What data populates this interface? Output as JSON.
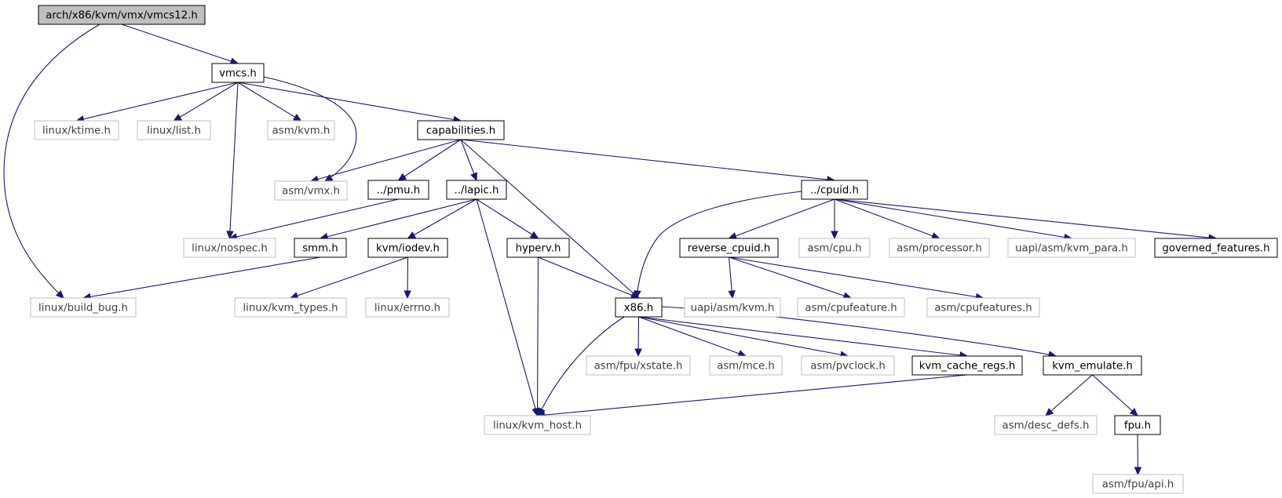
{
  "graph": {
    "root": "arch/x86/kvm/vmx/vmcs12.h",
    "colors": {
      "edge": "#191970",
      "root_fill": "#bfbfbf",
      "documented_border": "#000000",
      "external_border": "#bfbfbf",
      "documented_text": "#000000",
      "external_text": "#404040"
    },
    "nodes": [
      {
        "id": "vmcs12",
        "label": "arch/x86/kvm/vmx/vmcs12.h",
        "kind": "root"
      },
      {
        "id": "vmcs",
        "label": "vmcs.h",
        "kind": "documented"
      },
      {
        "id": "build_bug",
        "label": "linux/build_bug.h",
        "kind": "external"
      },
      {
        "id": "ktime",
        "label": "linux/ktime.h",
        "kind": "external"
      },
      {
        "id": "list",
        "label": "linux/list.h",
        "kind": "external"
      },
      {
        "id": "asmkvm",
        "label": "asm/kvm.h",
        "kind": "external"
      },
      {
        "id": "caps",
        "label": "capabilities.h",
        "kind": "documented"
      },
      {
        "id": "asmvmx",
        "label": "asm/vmx.h",
        "kind": "external"
      },
      {
        "id": "pmu",
        "label": "../pmu.h",
        "kind": "documented"
      },
      {
        "id": "lapic",
        "label": "../lapic.h",
        "kind": "documented"
      },
      {
        "id": "cpuid",
        "label": "../cpuid.h",
        "kind": "documented"
      },
      {
        "id": "nospec",
        "label": "linux/nospec.h",
        "kind": "external"
      },
      {
        "id": "smm",
        "label": "smm.h",
        "kind": "documented"
      },
      {
        "id": "iodev",
        "label": "kvm/iodev.h",
        "kind": "documented"
      },
      {
        "id": "hyperv",
        "label": "hyperv.h",
        "kind": "documented"
      },
      {
        "id": "revcpuid",
        "label": "reverse_cpuid.h",
        "kind": "documented"
      },
      {
        "id": "asmcpu",
        "label": "asm/cpu.h",
        "kind": "external"
      },
      {
        "id": "asmproc",
        "label": "asm/processor.h",
        "kind": "external"
      },
      {
        "id": "kvmpara",
        "label": "uapi/asm/kvm_para.h",
        "kind": "external"
      },
      {
        "id": "govfeat",
        "label": "governed_features.h",
        "kind": "documented"
      },
      {
        "id": "kvmtypes",
        "label": "linux/kvm_types.h",
        "kind": "external"
      },
      {
        "id": "errno",
        "label": "linux/errno.h",
        "kind": "external"
      },
      {
        "id": "x86",
        "label": "x86.h",
        "kind": "documented"
      },
      {
        "id": "uapikvm",
        "label": "uapi/asm/kvm.h",
        "kind": "external"
      },
      {
        "id": "cpufeature",
        "label": "asm/cpufeature.h",
        "kind": "external"
      },
      {
        "id": "cpufeatures",
        "label": "asm/cpufeatures.h",
        "kind": "external"
      },
      {
        "id": "xstate",
        "label": "asm/fpu/xstate.h",
        "kind": "external"
      },
      {
        "id": "mce",
        "label": "asm/mce.h",
        "kind": "external"
      },
      {
        "id": "pvclock",
        "label": "asm/pvclock.h",
        "kind": "external"
      },
      {
        "id": "cacheregs",
        "label": "kvm_cache_regs.h",
        "kind": "documented"
      },
      {
        "id": "emulate",
        "label": "kvm_emulate.h",
        "kind": "documented"
      },
      {
        "id": "kvmhost",
        "label": "linux/kvm_host.h",
        "kind": "external"
      },
      {
        "id": "descdefs",
        "label": "asm/desc_defs.h",
        "kind": "external"
      },
      {
        "id": "fpu",
        "label": "fpu.h",
        "kind": "documented"
      },
      {
        "id": "fpuapi",
        "label": "asm/fpu/api.h",
        "kind": "external"
      }
    ],
    "edges": [
      [
        "vmcs12",
        "vmcs"
      ],
      [
        "vmcs12",
        "build_bug"
      ],
      [
        "vmcs",
        "ktime"
      ],
      [
        "vmcs",
        "list"
      ],
      [
        "vmcs",
        "asmkvm"
      ],
      [
        "vmcs",
        "caps"
      ],
      [
        "vmcs",
        "asmvmx"
      ],
      [
        "vmcs",
        "nospec"
      ],
      [
        "caps",
        "asmvmx"
      ],
      [
        "caps",
        "pmu"
      ],
      [
        "caps",
        "lapic"
      ],
      [
        "caps",
        "cpuid"
      ],
      [
        "caps",
        "x86"
      ],
      [
        "pmu",
        "nospec"
      ],
      [
        "lapic",
        "smm"
      ],
      [
        "lapic",
        "iodev"
      ],
      [
        "lapic",
        "hyperv"
      ],
      [
        "lapic",
        "kvmhost"
      ],
      [
        "cpuid",
        "x86"
      ],
      [
        "cpuid",
        "revcpuid"
      ],
      [
        "cpuid",
        "asmcpu"
      ],
      [
        "cpuid",
        "asmproc"
      ],
      [
        "cpuid",
        "kvmpara"
      ],
      [
        "cpuid",
        "govfeat"
      ],
      [
        "smm",
        "build_bug"
      ],
      [
        "iodev",
        "kvmtypes"
      ],
      [
        "iodev",
        "errno"
      ],
      [
        "hyperv",
        "x86"
      ],
      [
        "hyperv",
        "kvmhost"
      ],
      [
        "revcpuid",
        "uapikvm"
      ],
      [
        "revcpuid",
        "cpufeature"
      ],
      [
        "revcpuid",
        "cpufeatures"
      ],
      [
        "x86",
        "xstate"
      ],
      [
        "x86",
        "mce"
      ],
      [
        "x86",
        "pvclock"
      ],
      [
        "x86",
        "cacheregs"
      ],
      [
        "x86",
        "emulate"
      ],
      [
        "x86",
        "kvmhost"
      ],
      [
        "cacheregs",
        "kvmhost"
      ],
      [
        "emulate",
        "descdefs"
      ],
      [
        "emulate",
        "fpu"
      ],
      [
        "fpu",
        "fpuapi"
      ]
    ]
  }
}
